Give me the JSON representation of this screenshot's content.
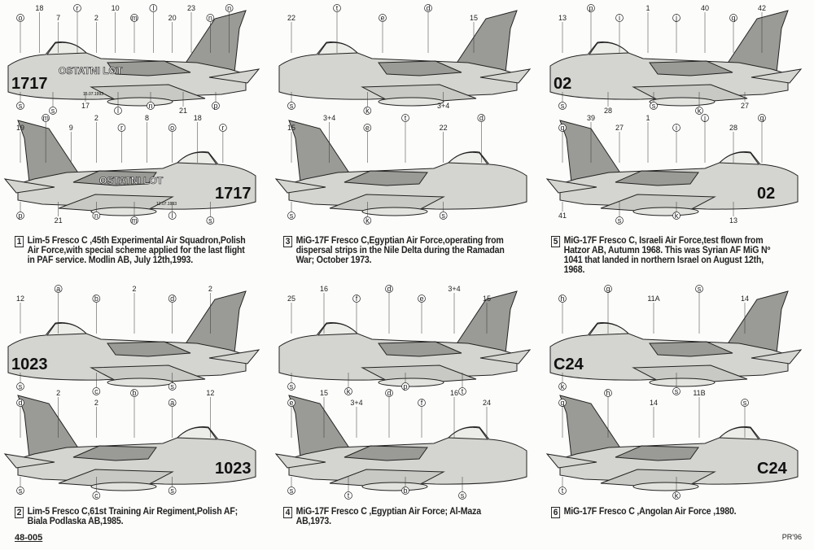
{
  "profiles": [
    {
      "number": "1",
      "caption": "Lim-5 Fresco C ,45th Experimental Air Squadron,Polish Air Force,with special scheme applied for the last flight in PAF service. Modlin AB, July 12th,1993.",
      "views": [
        {
          "code": "1717",
          "slogan": "OSTATNI LOT",
          "date": "15.07.1993",
          "callouts": [
            "o",
            "18",
            "7",
            "r",
            "2",
            "10",
            "m",
            "l",
            "20",
            "23",
            "n",
            "n",
            "s",
            "s",
            "17",
            "l",
            "n",
            "21",
            "p"
          ]
        },
        {
          "code": "1717",
          "slogan": "OSTATNI LOT",
          "date": "12.07.1993",
          "callouts": [
            "19",
            "m",
            "9",
            "2",
            "r",
            "8",
            "o",
            "18",
            "r",
            "p",
            "21",
            "n",
            "m",
            "l",
            "s"
          ]
        }
      ]
    },
    {
      "number": "2",
      "caption": "Lim-5 Fresco C,61st Training Air Regiment,Polish AF; Biala Podlaska AB,1985.",
      "views": [
        {
          "code": "1023",
          "callouts": [
            "12",
            "a",
            "b",
            "2",
            "d",
            "2",
            "s",
            "c",
            "s"
          ]
        },
        {
          "code": "1023",
          "callouts": [
            "d",
            "2",
            "2",
            "b",
            "a",
            "12",
            "s",
            "c",
            "s"
          ]
        }
      ]
    },
    {
      "number": "3",
      "caption": "MiG-17F Fresco C,Egyptian Air Force,operating from dispersal strips in the Nile Delta during the Ramadan War; October 1973.",
      "views": [
        {
          "code": "",
          "callouts": [
            "22",
            "t",
            "e",
            "d",
            "15",
            "s",
            "k",
            "3+4"
          ]
        },
        {
          "code": "",
          "callouts": [
            "15",
            "3+4",
            "e",
            "t",
            "22",
            "d",
            "s",
            "k",
            "s"
          ]
        }
      ]
    },
    {
      "number": "4",
      "caption": "MiG-17F Fresco C ,Egyptian Air Force; Al-Maza AB,1973.",
      "views": [
        {
          "code": "",
          "callouts": [
            "25",
            "16",
            "f",
            "d",
            "e",
            "3+4",
            "15",
            "s",
            "k",
            "p",
            "t"
          ]
        },
        {
          "code": "",
          "callouts": [
            "e",
            "15",
            "3+4",
            "d",
            "f",
            "16",
            "24",
            "s",
            "t",
            "b",
            "s"
          ]
        }
      ]
    },
    {
      "number": "5",
      "caption": "MiG-17F Fresco C, Israeli Air Force,test flown from Hatzor AB, Autumn 1968. This was Syrian AF MiG Nº 1041 that landed in northern Israel on August 12th, 1968.",
      "views": [
        {
          "code": "02",
          "callouts": [
            "13",
            "p",
            "i",
            "1",
            "j",
            "40",
            "q",
            "42",
            "s",
            "28",
            "s",
            "k",
            "27"
          ]
        },
        {
          "code": "02",
          "callouts": [
            "q",
            "39",
            "27",
            "1",
            "i",
            "j",
            "28",
            "q",
            "41",
            "s",
            "k",
            "13"
          ]
        }
      ]
    },
    {
      "number": "6",
      "caption": "MiG-17F Fresco C ,Angolan Air Force ,1980.",
      "views": [
        {
          "code": "C24",
          "callouts": [
            "h",
            "g",
            "11A",
            "s",
            "14",
            "k",
            "s"
          ]
        },
        {
          "code": "C24",
          "callouts": [
            "g",
            "h",
            "14",
            "11B",
            "s",
            "t",
            "k"
          ]
        }
      ]
    }
  ],
  "footer": {
    "sheet_number": "48-005",
    "credit": "PR'96"
  },
  "colors": {
    "ink": "#222222",
    "aircraft_light": "#d4d4d0",
    "aircraft_camo": "#9a9a96",
    "paper": "#fcfcfa"
  }
}
